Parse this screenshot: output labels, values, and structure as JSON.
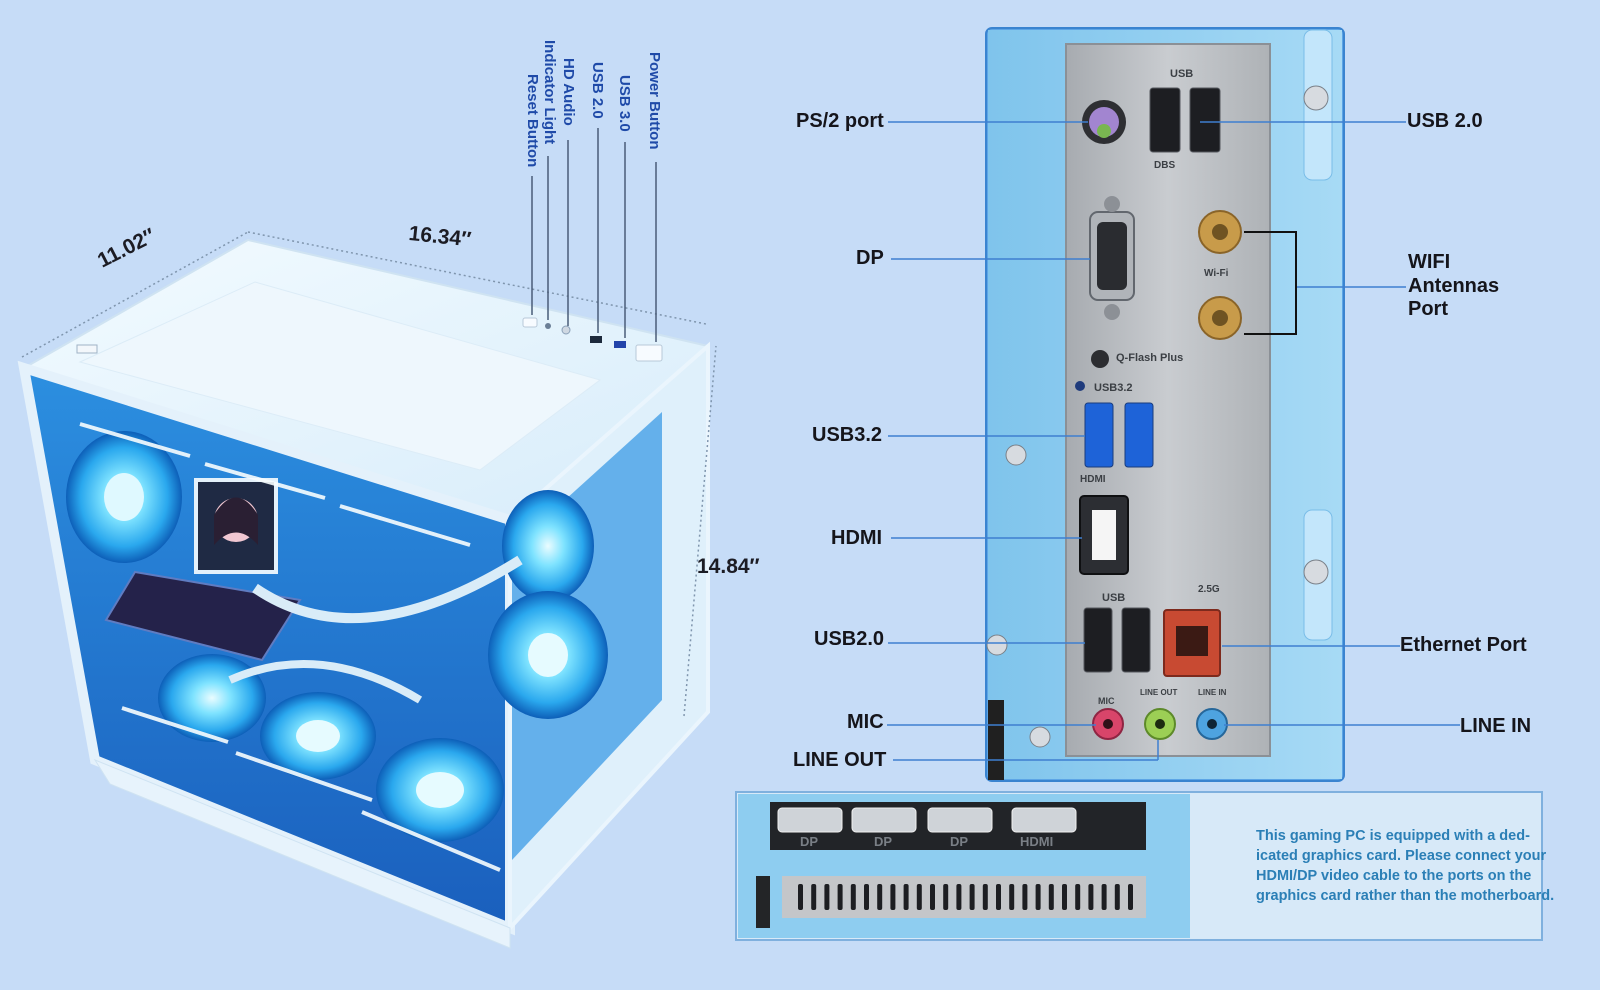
{
  "case": {
    "dimensions": {
      "depth": "11.02″",
      "width": "16.34″",
      "height": "14.84″"
    },
    "front_panel": [
      "Power Button",
      "USB 3.0",
      "USB 2.0",
      "HD Audio",
      "Indicator Light",
      "Reset Button"
    ]
  },
  "io_panel": {
    "left_labels": [
      "PS/2 port",
      "DP",
      "USB3.2",
      "HDMI",
      "USB2.0",
      "MIC",
      "LINE OUT"
    ],
    "right_labels": [
      "USB 2.0",
      "WIFI",
      "Antennas",
      "Port",
      "Ethernet Port",
      "LINE IN"
    ],
    "silkscreen": [
      "USB",
      "Q-Flash Plus",
      "USB3.2",
      "HDMI",
      "USB",
      "2.5G",
      "MIC",
      "LINE OUT",
      "LINE IN",
      "Wi-Fi",
      "DBS"
    ]
  },
  "gpu": {
    "port_labels": [
      "DP",
      "DP",
      "DP",
      "HDMI"
    ],
    "note": "This gaming PC is equipped with a ded-icated graphics card. Please connect your HDMI/DP video cable to the ports on the graphics card rather than the motherboard."
  },
  "colors": {
    "background": "#c6dcf7",
    "accent_blue": "#1f4aa8",
    "leader_line": "#3e7fd0",
    "case_white": "#e9f4fc",
    "fan_glow": "#4fd0ff",
    "chassis_blue": "#8ecdf0",
    "io_plate": "#b9bcc0",
    "usb3_blue": "#1e63d8",
    "ethernet_red": "#c84a32",
    "mic_pink": "#d8456a",
    "lineout_green": "#9ccf55",
    "linein_blue": "#4ea3e0",
    "note_text": "#2b7fb6"
  }
}
